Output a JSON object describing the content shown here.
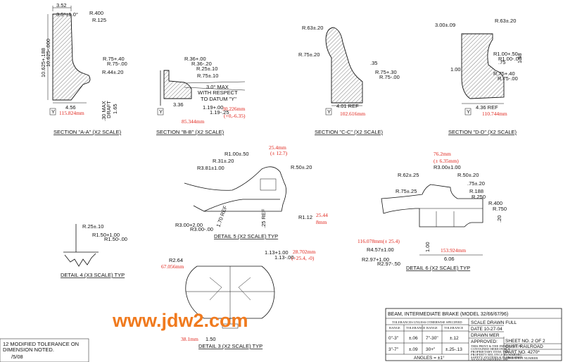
{
  "sections": {
    "aa": {
      "caption": "SECTION \"A-A\" (X2 SCALE)",
      "dims": [
        "3.52",
        "3.5°±1.0°",
        "R.400",
        "R.125",
        "10.625+.188",
        "10.625-.000",
        "R.75+.40",
        "R.75-.00",
        "R.44±.20",
        "4.56",
        ".30 MAX",
        "DRAFT",
        "1.65",
        "Y"
      ],
      "red": "115.824mm"
    },
    "bb": {
      "caption": "SECTION \"B-B\" (X2 SCALE)",
      "dims": [
        "R.36+.00",
        "R.36-.20",
        "R.25±.10",
        "R.75±.10",
        "3.0° MAX",
        "WITH RESPECT",
        "TO DATUM \"Y\"",
        "3.36",
        "1.19+.00",
        "1.19-.25",
        "Y"
      ],
      "red": [
        "30.226mm",
        "(+0,-6.35)",
        "85.344mm"
      ]
    },
    "cc": {
      "caption": "SECTION \"C-C\" (X2 SCALE)",
      "dims": [
        "R.63±.20",
        "R.75±.20",
        ".35",
        "R.75+.30",
        "R.75-.00",
        "4.01 REF",
        "Y"
      ],
      "red": "102.616mm"
    },
    "dd": {
      "caption": "SECTION \"D-D\" (X2 SCALE)",
      "dims": [
        "3.00±.09",
        "R.63±.20",
        "R1.00+.50",
        "R1.00-.00",
        ".75",
        "1.68",
        "1.00",
        "R.75+.40",
        "R.75-.00",
        "4.36 REF",
        "Y"
      ],
      "red": "110.744mm"
    }
  },
  "details": {
    "d5": {
      "caption": "DETAIL 5 (X2 SCALE) TYP",
      "dims": [
        "R1.00±.50",
        "R.31±.20",
        "R3.81±1.00",
        "R.50±.20",
        "R3.00+2.00",
        "R3.00-.00",
        "1.70 REF",
        ".25 REF",
        "R1.12"
      ],
      "red": [
        "25.4mm",
        "(± 12.7)",
        "25.44",
        "8mm"
      ]
    },
    "d6": {
      "caption": "DETAIL 6 (X2 SCALE) TYP",
      "dims": [
        "R.62±.25",
        "R3.00±1.00",
        "R.50±.20",
        "R.75±.25",
        ".75±.20",
        "R.188",
        "R.250",
        "R.400",
        "R.750",
        "R4.57±1.00",
        "R2.97+1.00",
        "R2.97-.50",
        "1.00",
        "6.06",
        ".20"
      ],
      "red": [
        "76.2mm",
        "(± 6.35mm)",
        "116.078mm(± 25.4)",
        "153.924mm"
      ]
    },
    "d4": {
      "caption": "DETAIL 4 (X3 SCALE) TYP",
      "dims": [
        "R.25±.10",
        "R1.50+1.00",
        "R1.50-.00"
      ]
    },
    "d3": {
      "caption": "DETAIL 3 (X2 SCALE) TYP",
      "dims": [
        "R2.64",
        "1.13+1.00",
        "1.13-.00",
        "1.50"
      ],
      "red": [
        "67.056mm",
        "28.702mm",
        "(+25.4, -0)",
        "38.1mm"
      ]
    }
  },
  "watermark": "www.jdw2.com",
  "revision": {
    "note": "12 MODIFIED TOLERANCE ON DIMENSION NOTED.",
    "date": "/5/08"
  },
  "title_block": {
    "title": "BEAM, INTERMEDIATE BRAKE (MODEL 32/66/67/96)",
    "tol_header": "TOLERANCES UNLESS OTHERWISE SPECIFIED",
    "cols": [
      "RANGE",
      "TOLERANCE",
      "RANGE",
      "TOLERANCE"
    ],
    "rows": [
      [
        "0\"-3\"",
        "±.06",
        "7\"-30\"",
        "±.12"
      ],
      [
        "3\"-7\"",
        "±.09",
        "30+\"",
        "±.25-.13"
      ]
    ],
    "angles": "ANGLES = ±1°",
    "scale": "SCALE DRAWN FULL",
    "date": "DATE 10-27-04",
    "drawn": "DRAWN MER",
    "approved": "APPROVED:",
    "notice": [
      "THIS PRINT & THE INFORMATION",
      "CONTAINED HEREON IS A",
      "PROPRIETARY ITEM. THE",
      "PROPERTY BELONGS TO WABTEC",
      "SAFETY SYSTEMS & IS PROVIDED",
      "AS AS ENGINEERING INC."
    ],
    "sheet": "SHEET NO.   2   OF   2",
    "cust": "CUST.  RAILROAD",
    "part": "PART NO.  4270*",
    "op": "OPERATION NUMBER"
  }
}
